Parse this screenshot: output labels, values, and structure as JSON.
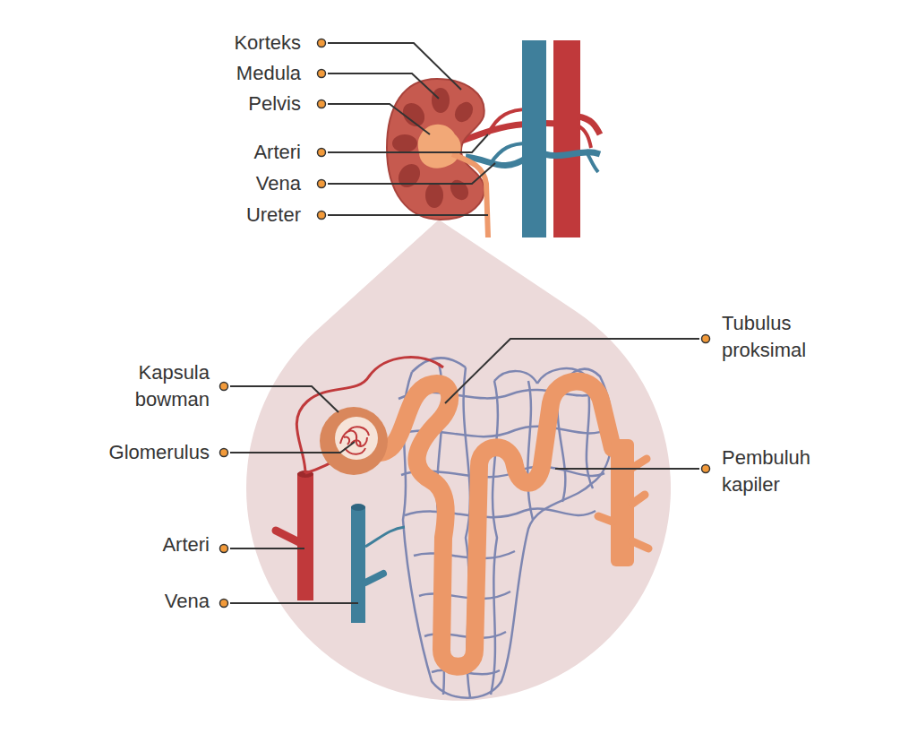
{
  "diagram": {
    "labels": [
      "Korteks",
      "Medula",
      "Pelvis",
      "Arteri",
      "Vena",
      "Ureter",
      "Kapsula bowman",
      "Glomerulus",
      "Arteri",
      "Vena",
      "Tubulus proksimal",
      "Pembuluh kapiler"
    ]
  }
}
